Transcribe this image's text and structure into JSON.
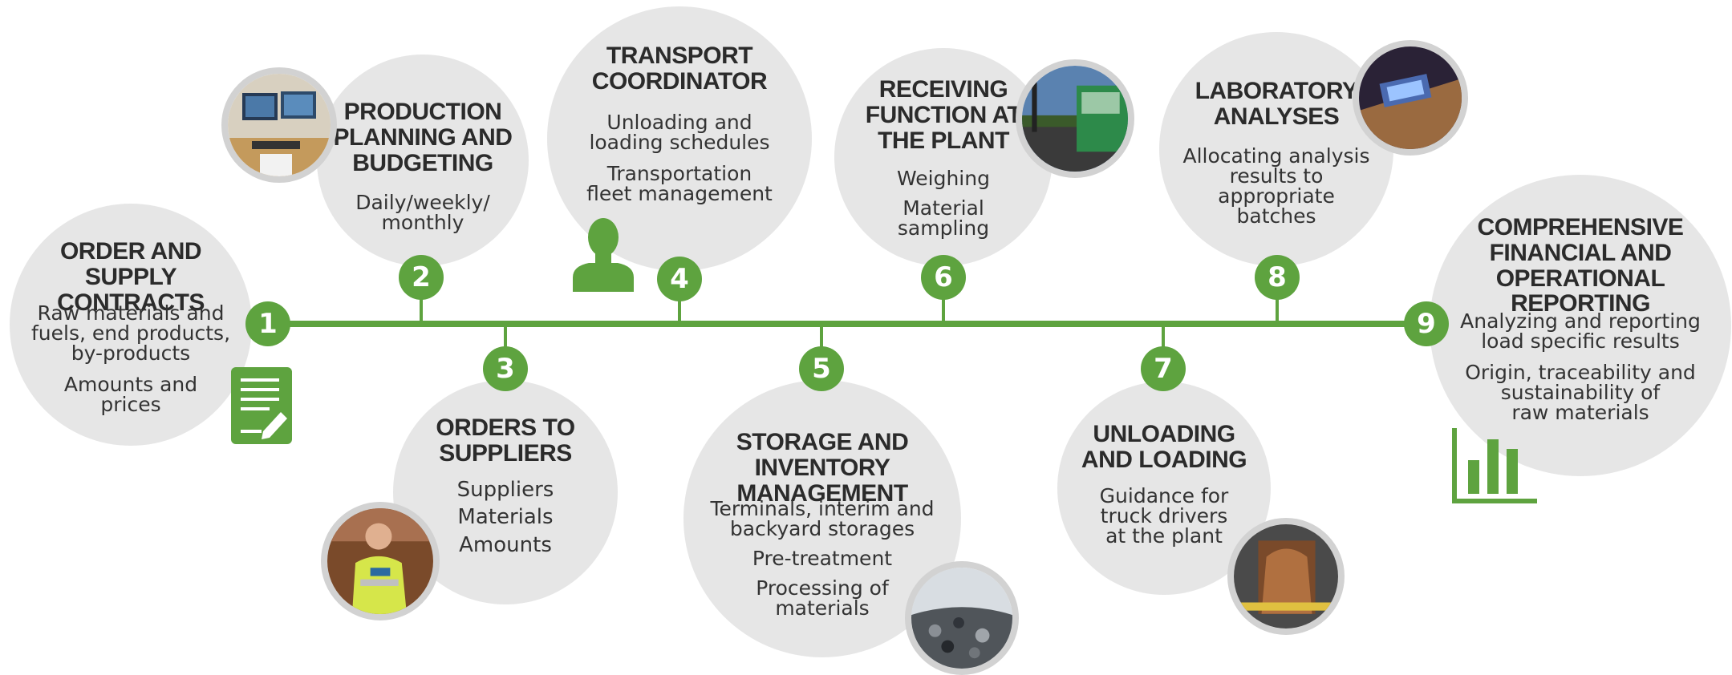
{
  "colors": {
    "accent": "#5ea33f",
    "bubble": "#e6e6e6",
    "text": "#333333",
    "title": "#2b2b2b",
    "photo_ring": "#d2d2d2"
  },
  "steps": [
    {
      "number": "1",
      "title": [
        "ORDER AND",
        "SUPPLY CONTRACTS"
      ],
      "description": [
        "Raw materials and",
        "fuels, end products,",
        "by-products",
        "",
        "Amounts and",
        "prices"
      ]
    },
    {
      "number": "2",
      "title": [
        "PRODUCTION",
        "PLANNING AND",
        "BUDGETING"
      ],
      "description": [
        "Daily/weekly/",
        "monthly"
      ]
    },
    {
      "number": "3",
      "title": [
        "ORDERS TO",
        "SUPPLIERS"
      ],
      "description": [
        "Suppliers",
        "Materials",
        "Amounts"
      ]
    },
    {
      "number": "4",
      "title": [
        "TRANSPORT",
        "COORDINATOR"
      ],
      "description": [
        "Unloading and",
        "loading schedules",
        "",
        "Transportation",
        "fleet management"
      ]
    },
    {
      "number": "5",
      "title": [
        "STORAGE AND",
        "INVENTORY MANAGEMENT"
      ],
      "description": [
        "Terminals, interim and",
        "backyard storages",
        "",
        "Pre-treatment",
        "",
        "Processing of",
        "materials"
      ]
    },
    {
      "number": "6",
      "title": [
        "RECEIVING",
        "FUNCTION AT",
        "THE PLANT"
      ],
      "description": [
        "Weighing",
        "",
        "Material",
        "sampling"
      ]
    },
    {
      "number": "7",
      "title": [
        "UNLOADING",
        "AND LOADING"
      ],
      "description": [
        "Guidance for",
        "truck drivers",
        "at the plant"
      ]
    },
    {
      "number": "8",
      "title": [
        "LABORATORY",
        "ANALYSES"
      ],
      "description": [
        "Allocating analysis",
        "results to",
        "appropriate",
        "batches"
      ]
    },
    {
      "number": "9",
      "title": [
        "COMPREHENSIVE",
        "FINANCIAL AND",
        "OPERATIONAL REPORTING"
      ],
      "description": [
        "Analyzing and reporting",
        "load specific results",
        "",
        "Origin, traceability and",
        "sustainability of",
        "raw materials"
      ]
    }
  ],
  "icons": {
    "step1": "document-edit-icon",
    "step4": "person-silhouette-icon",
    "step9": "bar-chart-icon"
  },
  "photos": {
    "step2": "office-workstation-photo",
    "step3": "worker-on-phone-photo",
    "step5": "stockpile-photo",
    "step6": "truck-at-plant-photo",
    "step7": "unloading-chips-photo",
    "step8": "lab-scale-photo"
  }
}
